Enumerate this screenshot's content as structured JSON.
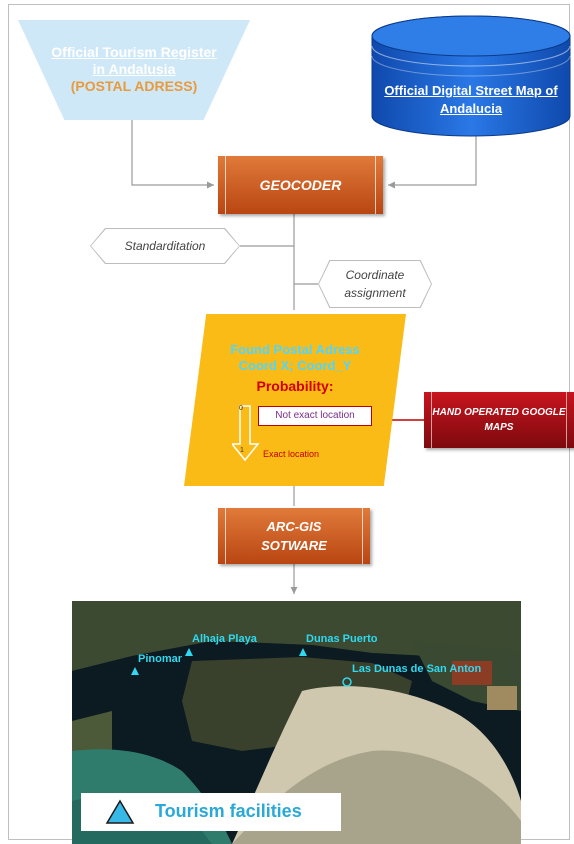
{
  "register": {
    "title": "Official Tourism Register in Andalusia",
    "subtitle": "(POSTAL ADRESS)"
  },
  "street_map": {
    "title": "Official Digital Street Map of Andalucia"
  },
  "geocoder": {
    "label": "GEOCODER"
  },
  "standardization": {
    "label": "Standarditation"
  },
  "coordinate": {
    "label": "Coordinate assignment"
  },
  "found": {
    "line1": "Found Postal Adress",
    "line2": "Coord X; Coord_Y",
    "probability": "Probability:",
    "not_exact": "Not exact location",
    "exact": "Exact location",
    "scale_top": "0",
    "scale_bottom": "1"
  },
  "hand": {
    "label": "HAND OPERATED GOOGLE MAPS"
  },
  "arcgis": {
    "line1": "ARC-GIS",
    "line2": "SOTWARE"
  },
  "map": {
    "places": [
      "Pinomar",
      "Alhaja Playa",
      "Dunas Puerto",
      "Las Dunas de San Anton"
    ],
    "legend": "Tourism facilities"
  },
  "colors": {
    "register_fill": "#cfe8f7",
    "cylinder_fill": "#1b5fd1",
    "process_fill": "#c9571f",
    "found_fill": "#fbbb17",
    "hand_fill": "#a50f15",
    "map_label": "#30d8f0"
  }
}
